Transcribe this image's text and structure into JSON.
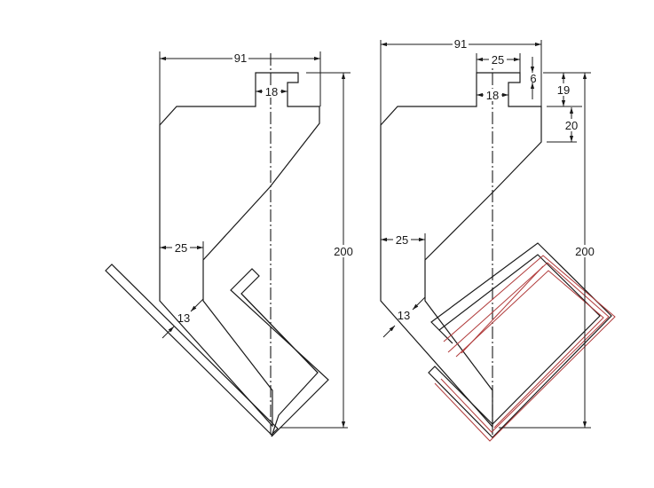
{
  "drawing": {
    "line_color": "#1a1a1a",
    "overlay_color": "#b03a3a",
    "views": [
      {
        "name": "left-view",
        "dimensions": {
          "overall_width": "91",
          "tongue_width": "18",
          "height": "200",
          "shoulder_offset": "25",
          "tip_thickness": "13"
        }
      },
      {
        "name": "right-view",
        "dimensions": {
          "overall_width": "91",
          "tang_width": "25",
          "tongue_width": "18",
          "notch_depth": "6",
          "tang_height": "19",
          "shoulder_height": "20",
          "height": "200",
          "shoulder_offset": "25",
          "tip_thickness": "13"
        }
      }
    ]
  }
}
